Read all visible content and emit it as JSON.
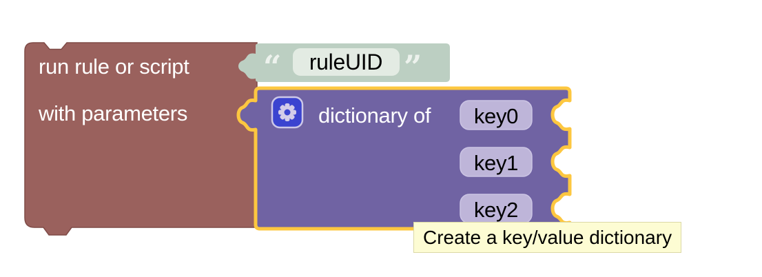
{
  "workspace": {
    "rule_block": {
      "label_line1": "run rule or script",
      "label_line2": "with parameters"
    },
    "string_block": {
      "open_quote": "“",
      "close_quote": "”",
      "value": "ruleUID"
    },
    "dict_block": {
      "label": "dictionary of",
      "mutator_icon": "gear",
      "keys": [
        "key0",
        "key1",
        "key2"
      ]
    },
    "tooltip": {
      "text": "Create a key/value dictionary"
    }
  },
  "colors": {
    "canvas-bg": "#ffffff",
    "block-brown": "#9a615d",
    "block-brown-border": "#7f4b47",
    "block-green": "#bccfc2",
    "quote-color": "#edf2ed",
    "string-field-bg": "#e3ebe3",
    "block-purple": "#7063a3",
    "highlight-yellow": "#fdc740",
    "key-field-bg": "#beb5d9",
    "key-field-border": "#ccc5e4",
    "gear-btn-bg": "#3b44d0",
    "gear-glyph": "#d3cde9",
    "gear-outline": "#cdc8e8",
    "tooltip-bg": "#fdfcd3",
    "tooltip-border": "#dbd8a6",
    "text-on-block": "#ffffff",
    "text-dark": "#000000"
  }
}
